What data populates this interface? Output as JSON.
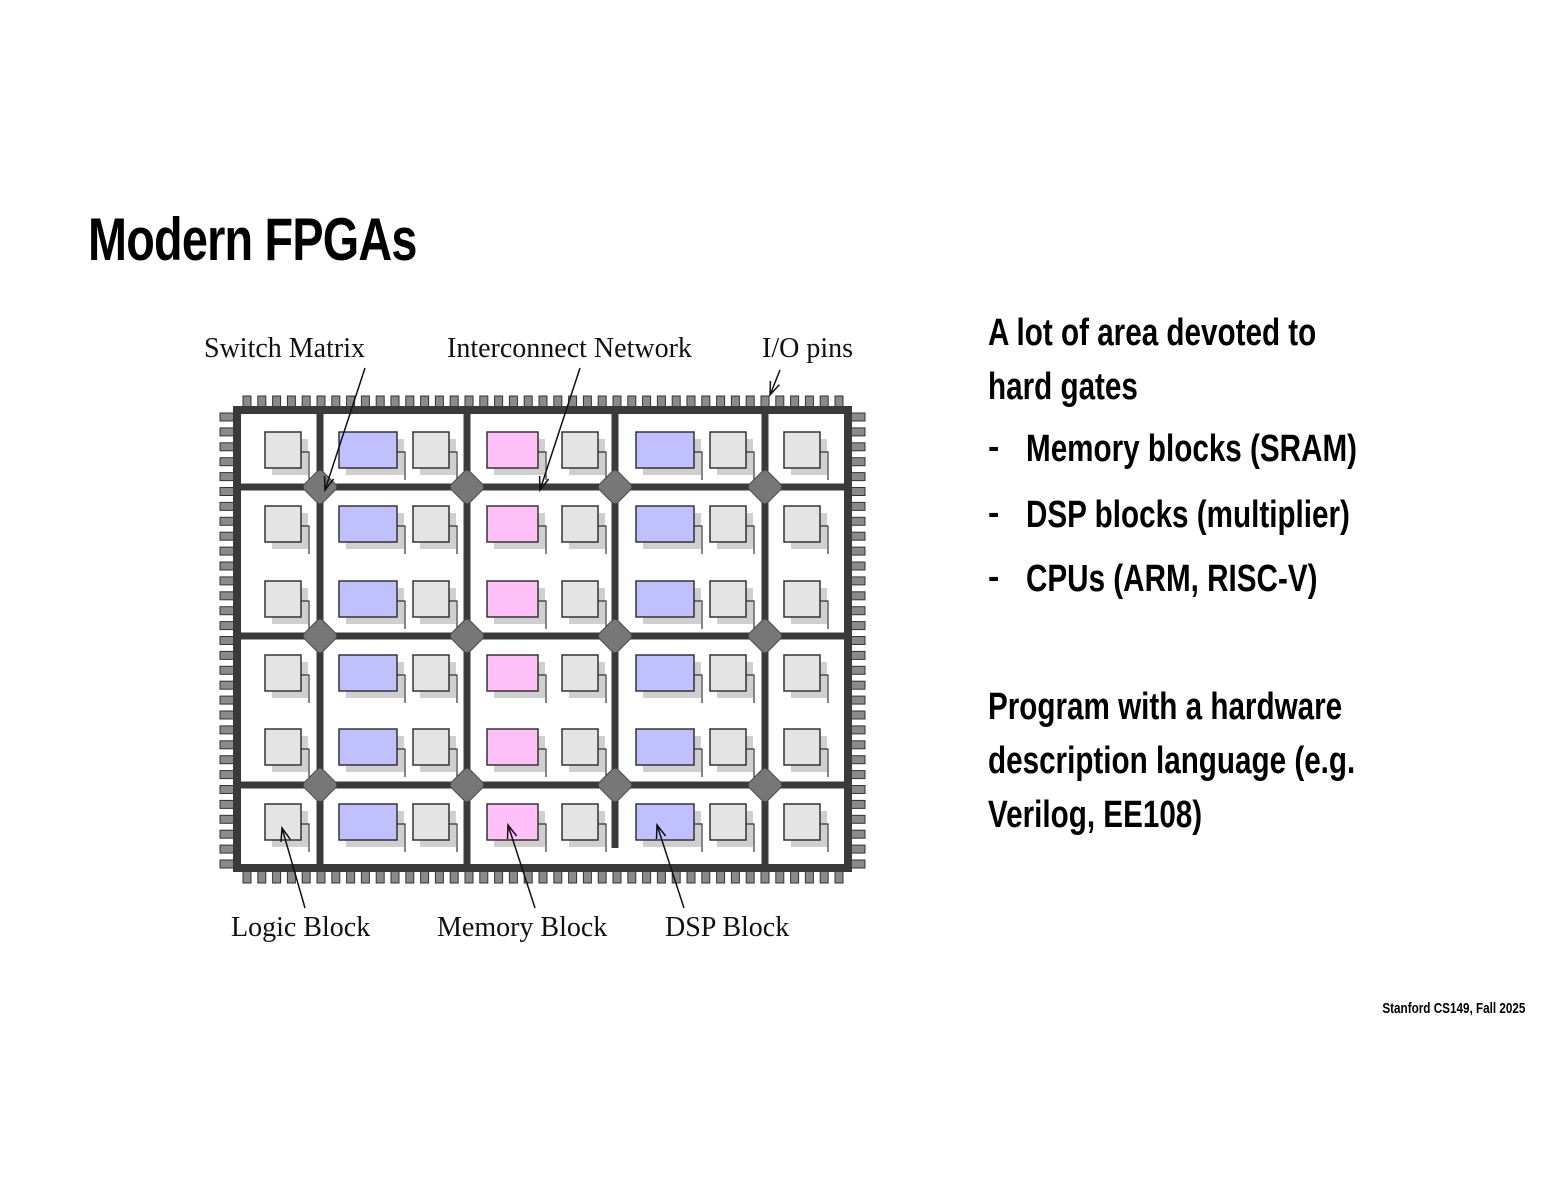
{
  "slide": {
    "title": "Modern FPGAs",
    "footer": "Stanford CS149, Fall 2025"
  },
  "diagram": {
    "labels": {
      "switch_matrix": "Switch Matrix",
      "interconnect_network": "Interconnect Network",
      "io_pins": "I/O pins",
      "logic_block": "Logic Block",
      "memory_block": "Memory Block",
      "dsp_block": "DSP Block"
    },
    "colors": {
      "logic": "#e4e4e4",
      "memory": "#ffc0f8",
      "dsp": "#c0c0ff",
      "switch": "#777777",
      "wire": "#3a3a3a",
      "pin": "#8a8a8a"
    },
    "column_types": [
      "logic",
      "dsp",
      "logic",
      "memory",
      "logic",
      "dsp",
      "logic",
      "logic"
    ],
    "rows": 6
  },
  "content": {
    "para1_line1": "A lot of area devoted to",
    "para1_line2": "hard  gates",
    "bullets": [
      "Memory  blocks (SRAM)",
      "DSP blocks (multiplier)",
      "CPUs (ARM, RISC-V)"
    ],
    "dash": "-",
    "para2_line1": "Program with a hardware",
    "para2_line2": "description language  (e.g.",
    "para2_line3": "Verilog, EE108)"
  }
}
